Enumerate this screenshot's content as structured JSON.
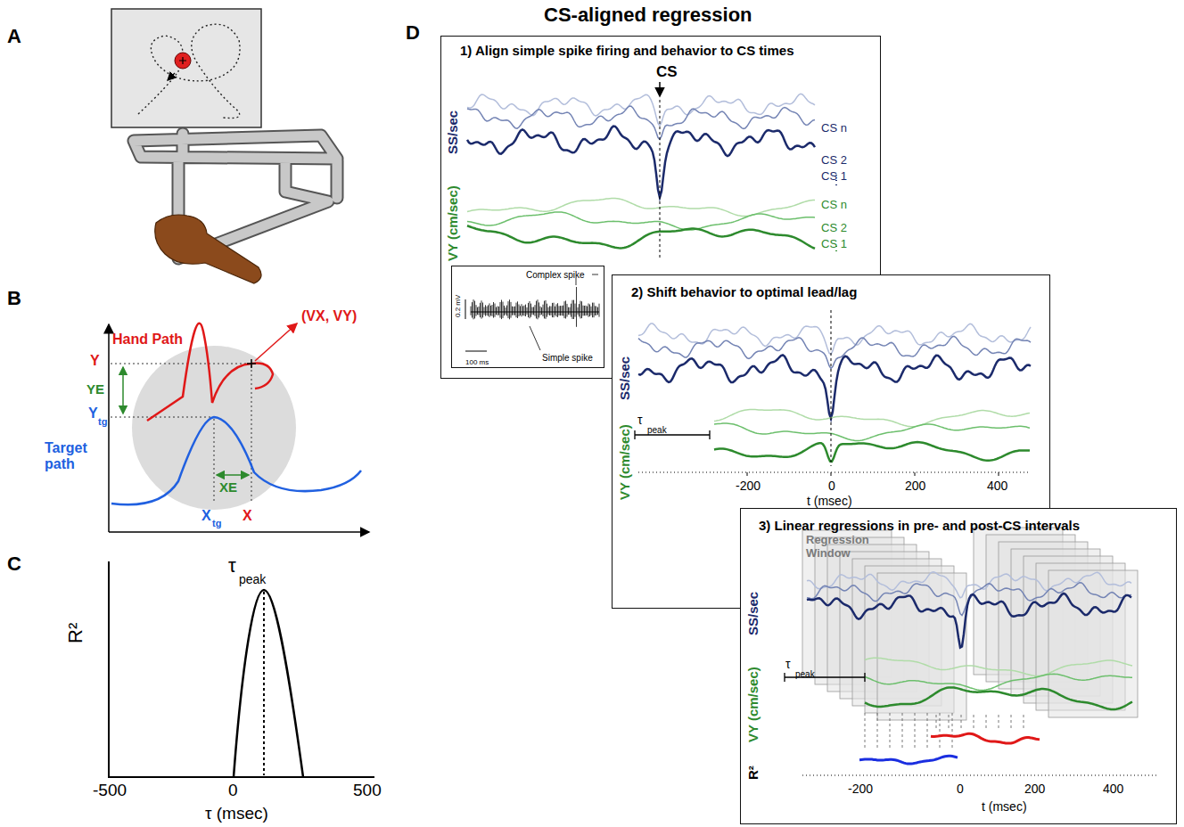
{
  "diagram": {
    "title": "CS-aligned regression",
    "nodes": [
      {
        "text": [
          "1) Align simple spike firing and behavior to CS times"
        ]
      },
      {
        "text": [
          "Complex spike",
          "Simple spike",
          "0.2 mV",
          "100 ms"
        ],
        "in": 0
      },
      {
        "text": [
          "2) Shift behavior to optimal lead/lag"
        ]
      },
      {
        "text": [
          "3) Linear regressions in pre- and post-CS intervals"
        ]
      }
    ],
    "labels": [
      "A",
      "B",
      "C",
      "D",
      "Hand Path",
      "(VX, VY)",
      "Y",
      "YE",
      "Y",
      "tg",
      "Target path",
      "XE",
      "X",
      "tg",
      "X",
      "τ",
      "peak",
      "R²",
      "-500",
      "0",
      "500",
      "τ (msec)",
      "CS",
      "SS/sec",
      "VY (cm/sec)",
      "CS n",
      "CS 2",
      "CS 1",
      "CS n",
      "CS 2",
      "CS 1",
      "SS/sec",
      "VY (cm/sec)",
      "τ",
      "peak",
      "-200",
      "0",
      "200",
      "400",
      "t (msec)",
      "Regression Window",
      "SS/sec",
      "VY (cm/sec)",
      "τ",
      "peak",
      "R²",
      "-200",
      "0",
      "200",
      "400",
      "t (msec)"
    ]
  }
}
